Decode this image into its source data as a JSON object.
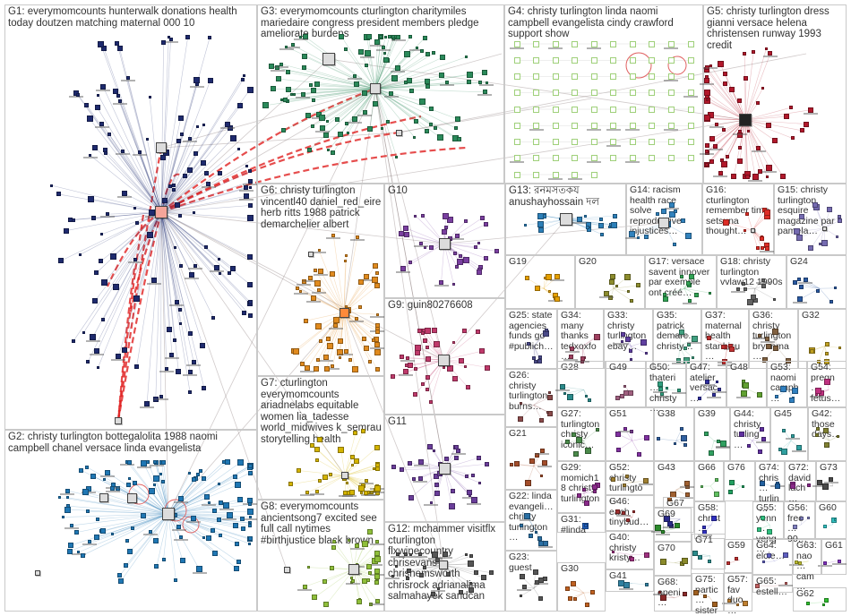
{
  "title": "",
  "groups": [
    {
      "id": "G1",
      "label": "G1: everymomcounts hunterwalk donations health today doutzen matching maternal 000 10",
      "color": "#1e2a6e"
    },
    {
      "id": "G2",
      "label": "G2: christy turlington bottegalolita 1988 naomi campbell chanel versace linda evangelista",
      "color": "#1f77b4"
    },
    {
      "id": "G3",
      "label": "G3: everymomcounts cturlington charitymiles mariedaire congress president members pledge ameliorate burdens",
      "color": "#2a8a5a"
    },
    {
      "id": "G4",
      "label": "G4: christy turlington linda naomi campbell evangelista cindy crawford support show",
      "color": "#7fbf4d"
    },
    {
      "id": "G5",
      "label": "G5: christy turlington dress gianni versace helena christensen runway 1993 credit",
      "color": "#b2182b"
    },
    {
      "id": "G6",
      "label": "G6: christy turlington vincentl40 daniel_red_eire herb ritts 1988 patrick demarchelier albert",
      "color": "#e08a1e"
    },
    {
      "id": "G7",
      "label": "G7: cturlington everymomcounts ariadnelabs equitable women lia_tadesse world_midwives k_semrau storytelling health",
      "color": "#d4b400"
    },
    {
      "id": "G8",
      "label": "G8: everymomcounts ancientsong7 excited see full call nytimes #birthjustice black brown",
      "color": "#8fbf3a"
    },
    {
      "id": "G9",
      "label": "G9: guin80276608",
      "color": "#c0396b"
    },
    {
      "id": "G10",
      "label": "G10",
      "color": "#7a3fa0"
    },
    {
      "id": "G11",
      "label": "G11",
      "color": "#6a3d9a"
    },
    {
      "id": "G12",
      "label": "G12: mchammer visitflx cturlington flxwinecountry chrisevans chrishemsworth chrisrock adrianalima salmahayek sandcan",
      "color": "#555555"
    },
    {
      "id": "G13",
      "label": "G13: রনমসতকয anushayhossain দল",
      "color": "#2c7fb8"
    },
    {
      "id": "G14",
      "label": "G14: racism health race solve reproductive injustices…",
      "color": "#3182bd"
    },
    {
      "id": "G15",
      "label": "G15: christy turlington esquire magazine par pamela…",
      "color": "#756bb1"
    },
    {
      "id": "G16",
      "label": "G16: cturlington remember time setsuna thought…",
      "color": "#de2d26"
    },
    {
      "id": "G17",
      "label": "G17: versace savent innover par exemple ont créé…",
      "color": "#31a354"
    },
    {
      "id": "G18",
      "label": "G18: christy turlington vvlaw12 1990s",
      "color": "#636363"
    },
    {
      "id": "G19",
      "label": "G19",
      "color": "#e6a000"
    },
    {
      "id": "G20",
      "label": "G20",
      "color": "#8c8c2d"
    },
    {
      "id": "G21",
      "label": "G21",
      "color": "#a34d2a"
    },
    {
      "id": "G22",
      "label": "G22: linda evangeli… christy turlington…",
      "color": "#2a6fa3"
    },
    {
      "id": "G23",
      "label": "G23: guest",
      "color": "#555555"
    },
    {
      "id": "G24",
      "label": "G24",
      "color": "#2a5aa3"
    },
    {
      "id": "G25",
      "label": "G25: state agencies funds go #publich…",
      "color": "#4a4a8a"
    },
    {
      "id": "G26",
      "label": "G26: christy turlington burns…",
      "color": "#8a4a4a"
    },
    {
      "id": "G27",
      "label": "G27: turlington christy iconic…",
      "color": "#4a8a4a"
    },
    {
      "id": "G28",
      "label": "G28",
      "color": "#2a8a8a"
    },
    {
      "id": "G29",
      "label": "G29: momich18 christy turlington",
      "color": "#8a2a8a"
    },
    {
      "id": "G30",
      "label": "G30",
      "color": "#c06020"
    },
    {
      "id": "G31",
      "label": "G31: #linda",
      "color": "#2060c0"
    },
    {
      "id": "G32",
      "label": "G32",
      "color": "#c0a020"
    },
    {
      "id": "G33",
      "label": "G33: christy turlington ebay…",
      "color": "#6040a0"
    },
    {
      "id": "G34",
      "label": "G34: many thanks tedxoxfo…",
      "color": "#a04060"
    },
    {
      "id": "G35",
      "label": "G35: patrick demarc… christy…",
      "color": "#40a080"
    },
    {
      "id": "G36",
      "label": "G36: christy turlington bryanma…",
      "color": "#806040"
    },
    {
      "id": "G37",
      "label": "G37: maternal health stanbicu…",
      "color": "#c03030"
    },
    {
      "id": "G38",
      "label": "G38",
      "color": "#3060a0"
    },
    {
      "id": "G39",
      "label": "G39",
      "color": "#30a060"
    },
    {
      "id": "G40",
      "label": "G40: christy kristy…",
      "color": "#a03080"
    },
    {
      "id": "G41",
      "label": "G41",
      "color": "#3080a0"
    },
    {
      "id": "G42",
      "label": "G42: those days…",
      "color": "#808030"
    },
    {
      "id": "G43",
      "label": "G43",
      "color": "#a06030"
    },
    {
      "id": "G44",
      "label": "G44: christy turling…",
      "color": "#6030a0"
    },
    {
      "id": "G45",
      "label": "G45",
      "color": "#30a0a0"
    },
    {
      "id": "G46",
      "label": "G46: each tinybud…",
      "color": "#a03030"
    },
    {
      "id": "G47",
      "label": "G47: atelier versac…",
      "color": "#3030a0"
    },
    {
      "id": "G48",
      "label": "G48",
      "color": "#60a030"
    },
    {
      "id": "G49",
      "label": "G49",
      "color": "#a06080"
    },
    {
      "id": "G50",
      "label": "G50: thateri… christy…",
      "color": "#30a080"
    },
    {
      "id": "G51",
      "label": "G51",
      "color": "#8030a0"
    },
    {
      "id": "G52",
      "label": "G52: christy turlingto…",
      "color": "#a08030"
    },
    {
      "id": "G53",
      "label": "G53: naomi campb…",
      "color": "#3080c0"
    },
    {
      "id": "G54",
      "label": "G54: pregn… fetus…",
      "color": "#c03080"
    },
    {
      "id": "G55",
      "label": "G55: yenn… veng…",
      "color": "#30c080"
    },
    {
      "id": "G56",
      "label": "G56: free… 90…",
      "color": "#8080c0"
    },
    {
      "id": "G57",
      "label": "G57: fav duo…",
      "color": "#c08030"
    },
    {
      "id": "G58",
      "label": "G58: christ…",
      "color": "#3030c0"
    },
    {
      "id": "G59",
      "label": "G59",
      "color": "#c03030"
    },
    {
      "id": "G60",
      "label": "G60",
      "color": "#30c0c0"
    },
    {
      "id": "G61",
      "label": "G61",
      "color": "#8030c0"
    },
    {
      "id": "G62",
      "label": "G62",
      "color": "#30c030"
    },
    {
      "id": "G63",
      "label": "G63: nao… cam…",
      "color": "#c0c030"
    },
    {
      "id": "G64",
      "label": "G64: elcie…",
      "color": "#6060c0"
    },
    {
      "id": "G65",
      "label": "G65: estell…",
      "color": "#c06060"
    },
    {
      "id": "G66",
      "label": "G66",
      "color": "#60c060"
    },
    {
      "id": "G67",
      "label": "G67",
      "color": "#2a2a8a"
    },
    {
      "id": "G68",
      "label": "G68: openi…",
      "color": "#8a2a2a"
    },
    {
      "id": "G69",
      "label": "G69",
      "color": "#2a8a2a"
    },
    {
      "id": "G70",
      "label": "G70",
      "color": "#8a8a2a"
    },
    {
      "id": "G71",
      "label": "G71",
      "color": "#2a8a8a"
    },
    {
      "id": "G72",
      "label": "G72: david lach…",
      "color": "#8a2a8a"
    },
    {
      "id": "G73",
      "label": "G73",
      "color": "#4a4a4a"
    },
    {
      "id": "G74",
      "label": "G74: chris… turlin…",
      "color": "#2060a0"
    },
    {
      "id": "G75",
      "label": "G75: partic… sister…",
      "color": "#a06020"
    },
    {
      "id": "G76",
      "label": "G76",
      "color": "#20a060"
    }
  ],
  "node_labels": [
    "mariedaire",
    "cturlington",
    "everymomcounts",
    "christyturlington",
    "anushayhossain",
    "guin80276608",
    "chrisevans",
    "mchammer",
    "visitflx",
    "vincentl40",
    "daniel_red_eire",
    "ariadnelabs",
    "ancientsong7",
    "bottegalolita",
    "momich18",
    "vvlaw12",
    "hunterwalk",
    "doutzen"
  ]
}
